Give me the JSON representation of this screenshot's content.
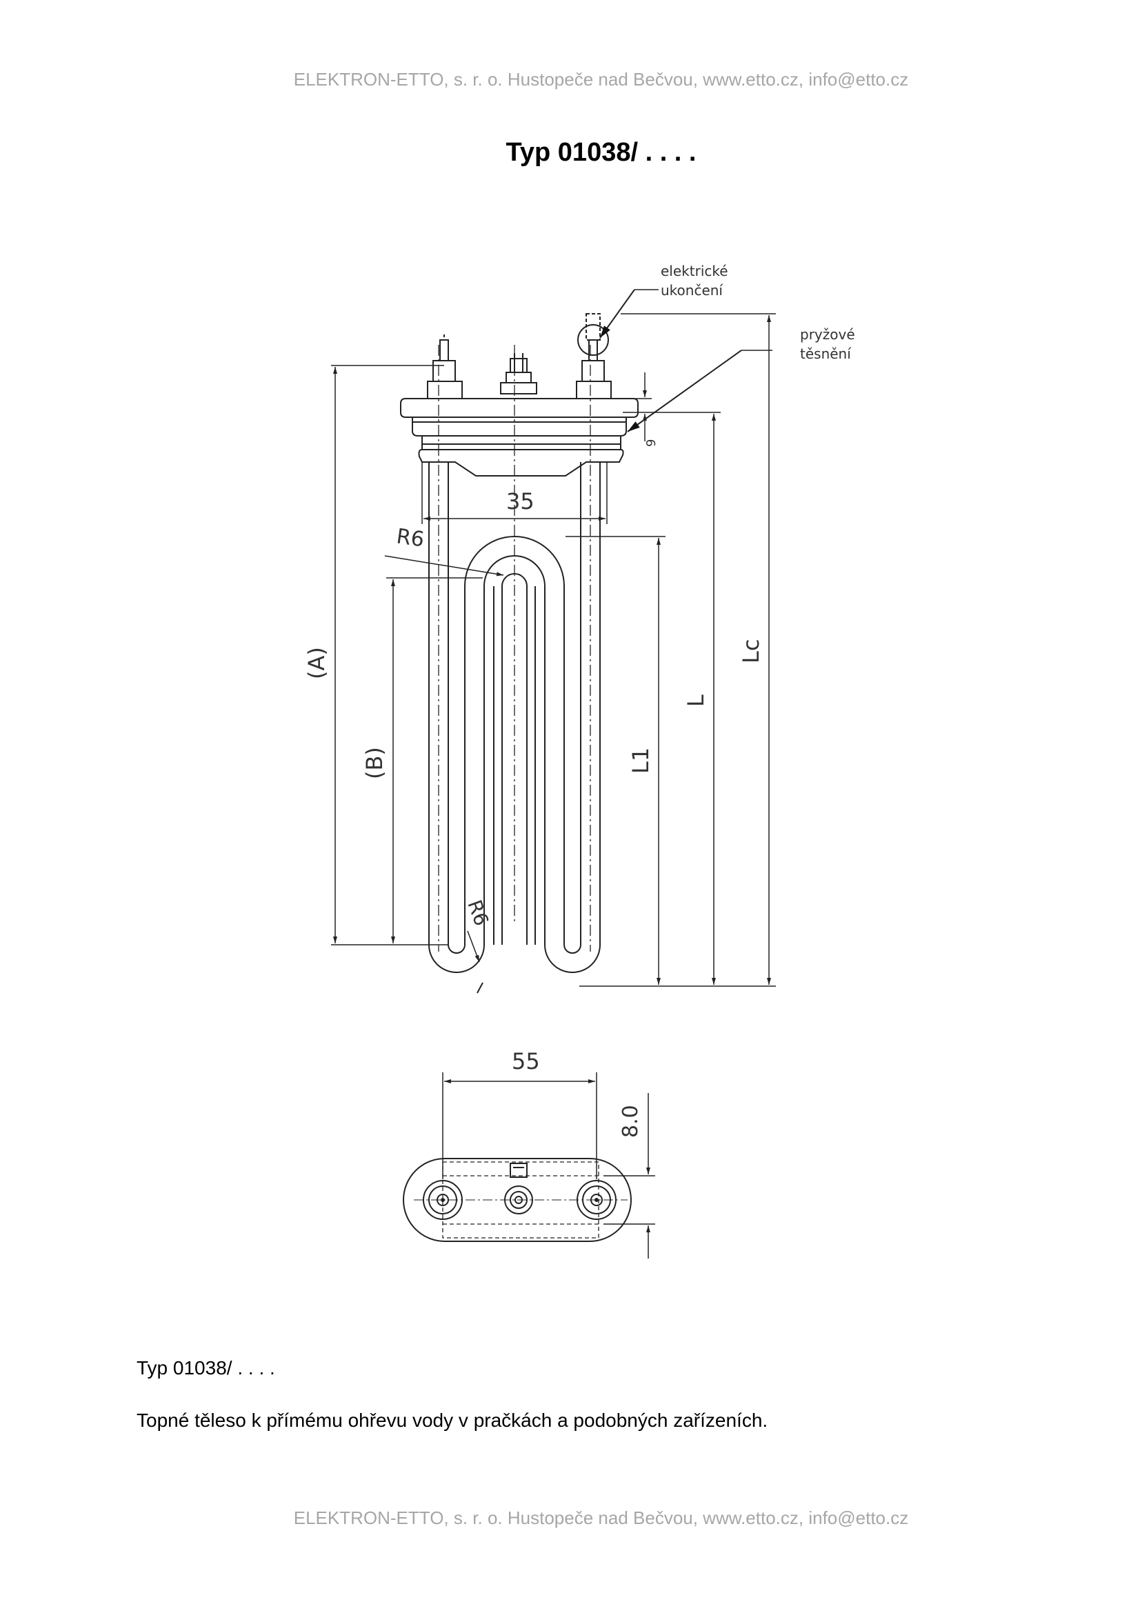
{
  "header": {
    "text": "ELEKTRON-ETTO, s. r. o. Hustopeče nad Bečvou, www.etto.cz, info@etto.cz"
  },
  "title": "Typ 01038/ . . . .",
  "drawing": {
    "labels": {
      "electrical_termination_line1": "elektrické",
      "electrical_termination_line2": "ukončení",
      "rubber_seal_line1": "pryžové",
      "rubber_seal_line2": "těsnění",
      "dim_35": "35",
      "dim_r6_top": "R6",
      "dim_r6_bottom": "R6",
      "dim_a": "(A)",
      "dim_b": "(B)",
      "dim_l1": "L1",
      "dim_l": "L",
      "dim_lc": "Lc",
      "dim_9": "9",
      "dim_55": "55",
      "dim_8": "8.0"
    }
  },
  "body": {
    "type_line": "Typ 01038/ . . . .",
    "description": "Topné těleso k přímému ohřevu vody v pračkách a podobných zařízeních."
  },
  "footer": {
    "text": "ELEKTRON-ETTO, s. r. o. Hustopeče nad Bečvou, www.etto.cz, info@etto.cz"
  }
}
